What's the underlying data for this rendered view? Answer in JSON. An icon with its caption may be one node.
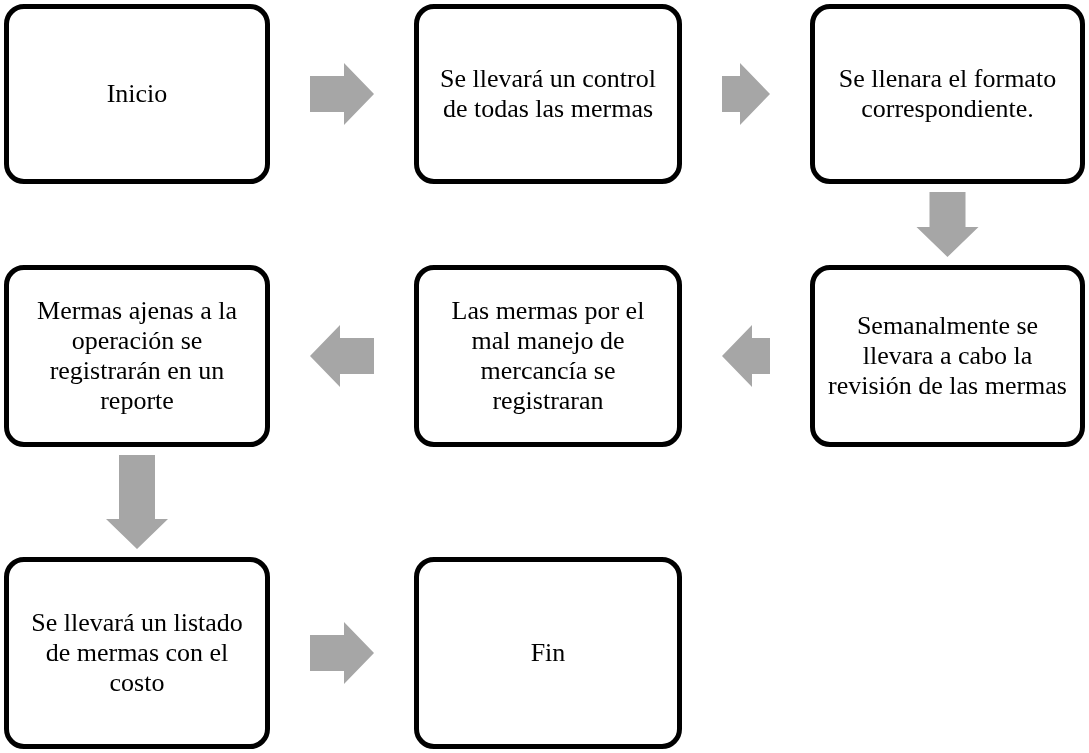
{
  "diagram": {
    "nodes": [
      {
        "text": [
          "Inicio"
        ]
      },
      {
        "text": [
          "Se llevará un control de todas las mermas"
        ]
      },
      {
        "text": [
          "Se llenara el formato correspondiente."
        ]
      },
      {
        "text": [
          "Mermas ajenas a la operación se registrarán en un reporte"
        ]
      },
      {
        "text": [
          "Las mermas por el mal manejo de mercancía  se registraran"
        ]
      },
      {
        "text": [
          "Semanalmente se llevara a cabo la revisión de las mermas"
        ]
      },
      {
        "text": [
          "Se llevará un listado de mermas con el costo"
        ]
      },
      {
        "text": [
          "Fin"
        ]
      }
    ],
    "edges": [
      {
        "from": 0,
        "to": 1,
        "arrow": "to"
      },
      {
        "from": 1,
        "to": 2,
        "arrow": "to"
      },
      {
        "from": 2,
        "to": 5,
        "arrow": "to"
      },
      {
        "from": 5,
        "to": 4,
        "arrow": "to"
      },
      {
        "from": 4,
        "to": 3,
        "arrow": "to"
      },
      {
        "from": 3,
        "to": 6,
        "arrow": "to"
      },
      {
        "from": 6,
        "to": 7,
        "arrow": "to"
      }
    ]
  }
}
